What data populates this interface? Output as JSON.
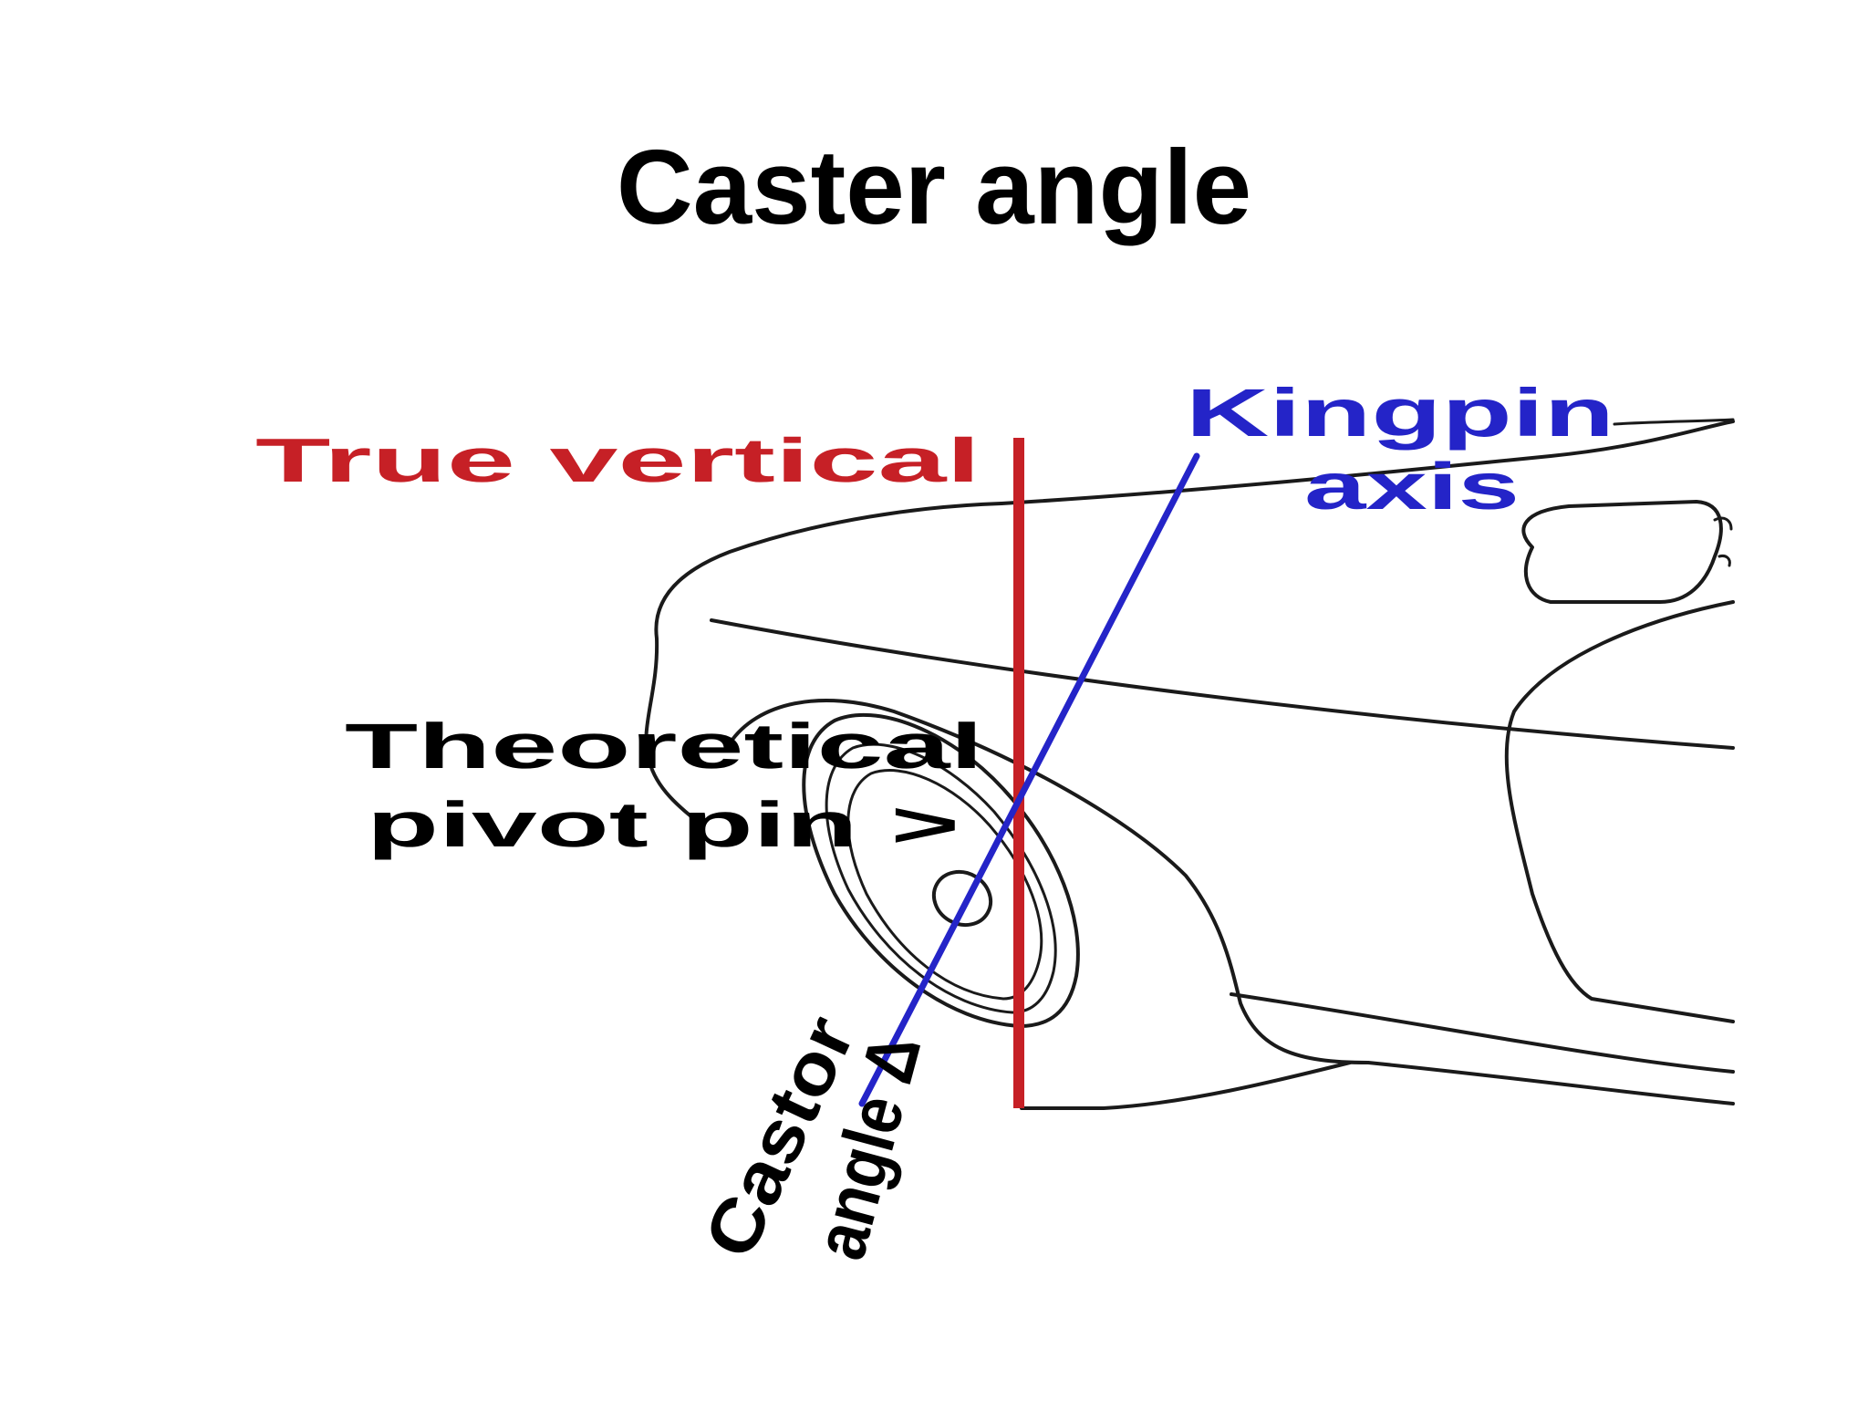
{
  "title": "Caster angle",
  "labels": {
    "true_vertical": "True vertical",
    "kingpin_line1": "Kingpin",
    "kingpin_line2": "axis",
    "pivot_line1": "Theoretical",
    "pivot_line2": "pivot pin >",
    "castor_line1": "Castor",
    "castor_line2": "angle Δ"
  },
  "colors": {
    "true_vertical": "#c62026",
    "kingpin_axis": "#2424c8",
    "outline": "#1a1a1a",
    "text": "#000000"
  }
}
